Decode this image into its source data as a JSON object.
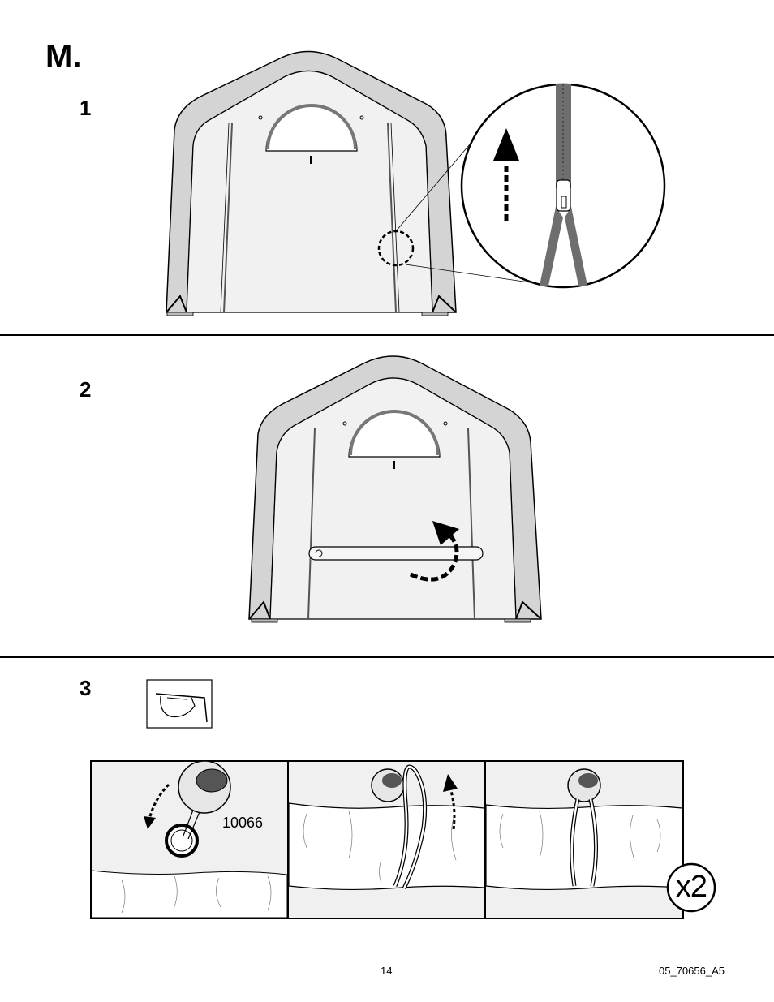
{
  "section": {
    "title": "M."
  },
  "steps": [
    {
      "number": "1"
    },
    {
      "number": "2"
    },
    {
      "number": "3"
    }
  ],
  "step3": {
    "part_number": "10066",
    "quantity": "x2",
    "safety_icon": "safety-glasses-icon"
  },
  "footer": {
    "page_number": "14",
    "doc_code": "05_70656_A5"
  },
  "colors": {
    "canopy": "#d4d4d4",
    "panel": "#f1f1f1",
    "zipper": "#6e6e6e",
    "line": "#000000"
  }
}
